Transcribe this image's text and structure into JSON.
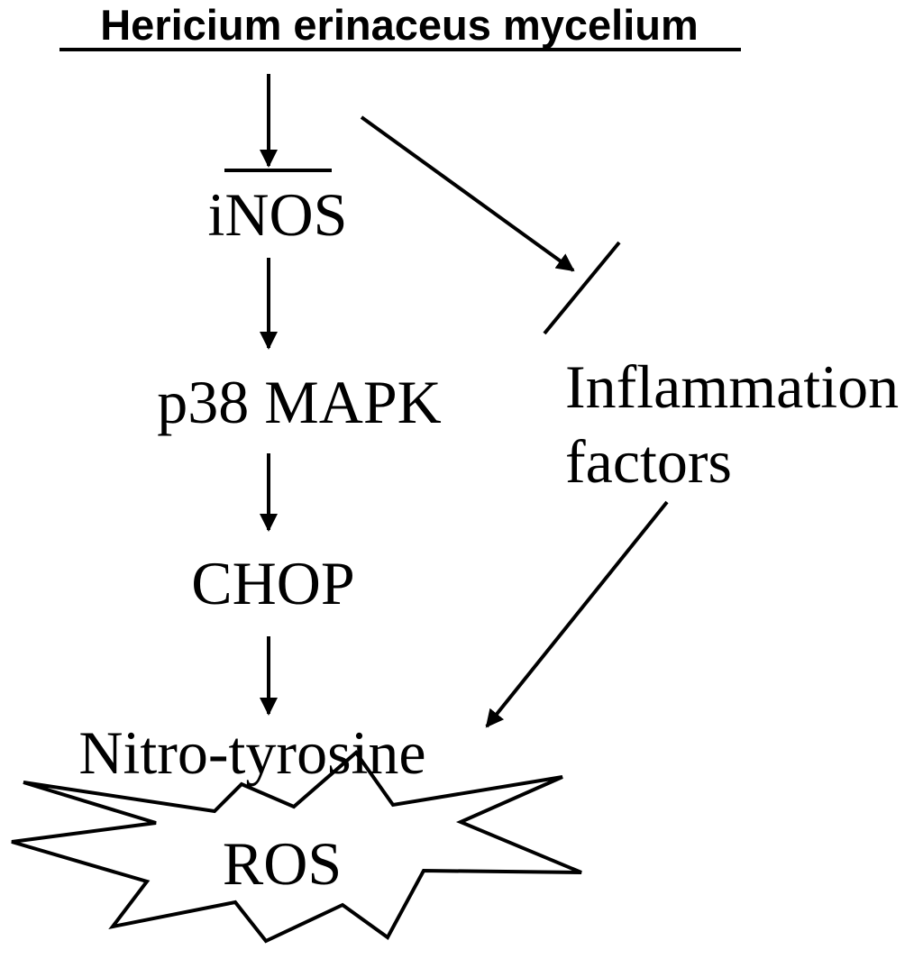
{
  "diagram": {
    "title": "Hericium erinaceus mycelium",
    "nodes": {
      "inos": "iNOS",
      "p38": "p38 MAPK",
      "chop": "CHOP",
      "nitro": "Nitro-tyrosine",
      "ros": "ROS",
      "inflammation_line1": "Inflammation",
      "inflammation_line2": "factors"
    },
    "colors": {
      "ink": "#000000",
      "background": "#ffffff"
    }
  }
}
